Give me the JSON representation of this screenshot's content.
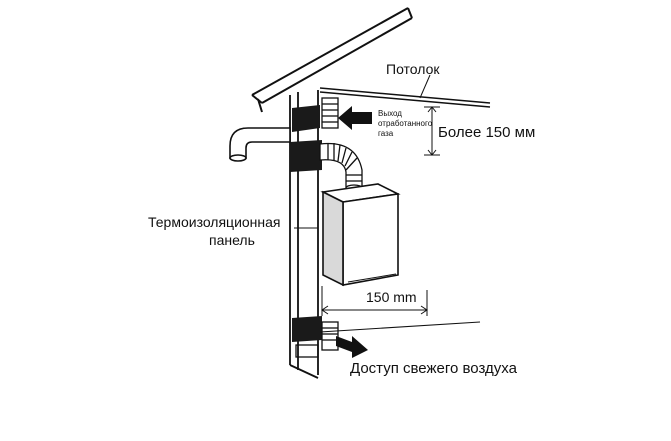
{
  "labels": {
    "ceiling": "Потолок",
    "exhaust_line1": "Выход",
    "exhaust_line2": "отработанного",
    "exhaust_line3": "газа",
    "clearance_top": "Более 150 мм",
    "insulation_line1": "Термоизоляционная",
    "insulation_line2": "панель",
    "clearance_side": "150 mm",
    "fresh_air": "Доступ свежего воздуха"
  },
  "colors": {
    "line": "#111111",
    "background": "#ffffff",
    "insulation": "#1a1a1a",
    "boiler_face": "#ffffff",
    "boiler_side": "#d9d9d9"
  }
}
